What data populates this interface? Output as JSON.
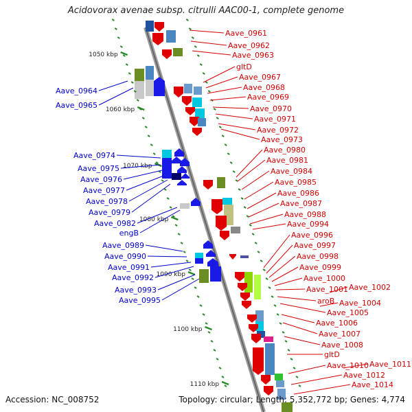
{
  "header": {
    "title": "Acidovorax avenae subsp. citrulli AAC00-1, complete genome"
  },
  "footer": {
    "accession": "Accession: NC_008752",
    "summary": "Topology: circular; Length: 5,352,772 bp; Genes: 4,774"
  },
  "colors": {
    "forward_labels": "#d40000",
    "reverse_labels": "#0000cc",
    "tick": "#2a8a2a"
  },
  "scale": {
    "ticks": [
      {
        "label": "1050 kbp"
      },
      {
        "label": "1060 kbp"
      },
      {
        "label": "1070 kbp"
      },
      {
        "label": "1080 kbp"
      },
      {
        "label": "1090 kbp"
      },
      {
        "label": "1100 kbp"
      },
      {
        "label": "1110 kbp"
      }
    ]
  },
  "genes": {
    "reverse": [
      "Aave_0964",
      "Aave_0965",
      "Aave_0974",
      "Aave_0975",
      "Aave_0976",
      "Aave_0977",
      "Aave_0978",
      "Aave_0979",
      "Aave_0982",
      "engB",
      "Aave_0989",
      "Aave_0990",
      "Aave_0991",
      "Aave_0992",
      "Aave_0993",
      "Aave_0995"
    ],
    "forward": [
      "Aave_0961",
      "Aave_0962",
      "Aave_0963",
      "gltD",
      "Aave_0967",
      "Aave_0968",
      "Aave_0969",
      "Aave_0970",
      "Aave_0971",
      "Aave_0972",
      "Aave_0973",
      "Aave_0980",
      "Aave_0981",
      "Aave_0984",
      "Aave_0985",
      "Aave_0986",
      "Aave_0987",
      "Aave_0988",
      "Aave_0994",
      "Aave_0996",
      "Aave_0997",
      "Aave_0998",
      "Aave_0999",
      "Aave_1000",
      "Aave_1001",
      "Aave_1002",
      "aroB",
      "Aave_1004",
      "Aave_1005",
      "Aave_1006",
      "Aave_1007",
      "Aave_1008",
      "gltD",
      "Aave_1010",
      "Aave_1011",
      "Aave_1012",
      "Aave_1014"
    ]
  }
}
